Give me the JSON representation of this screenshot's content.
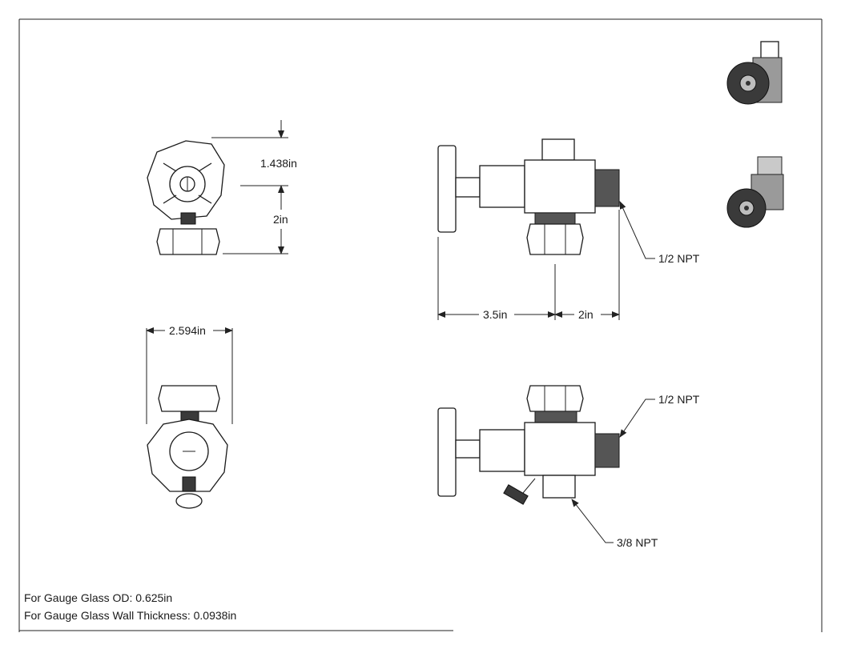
{
  "dimensions": {
    "top_view_upper": "1.438in",
    "top_view_lower": "2in",
    "bottom_view_width": "2.594in",
    "side_left": "3.5in",
    "side_right": "2in"
  },
  "callouts": {
    "side_thread": "1/2 NPT",
    "lower_thread": "1/2 NPT",
    "lower_port": "3/8 NPT"
  },
  "notes": {
    "gauge_od": "For Gauge Glass OD: 0.625in",
    "wall_thickness": "For Gauge Glass Wall Thickness: 0.0938in"
  }
}
